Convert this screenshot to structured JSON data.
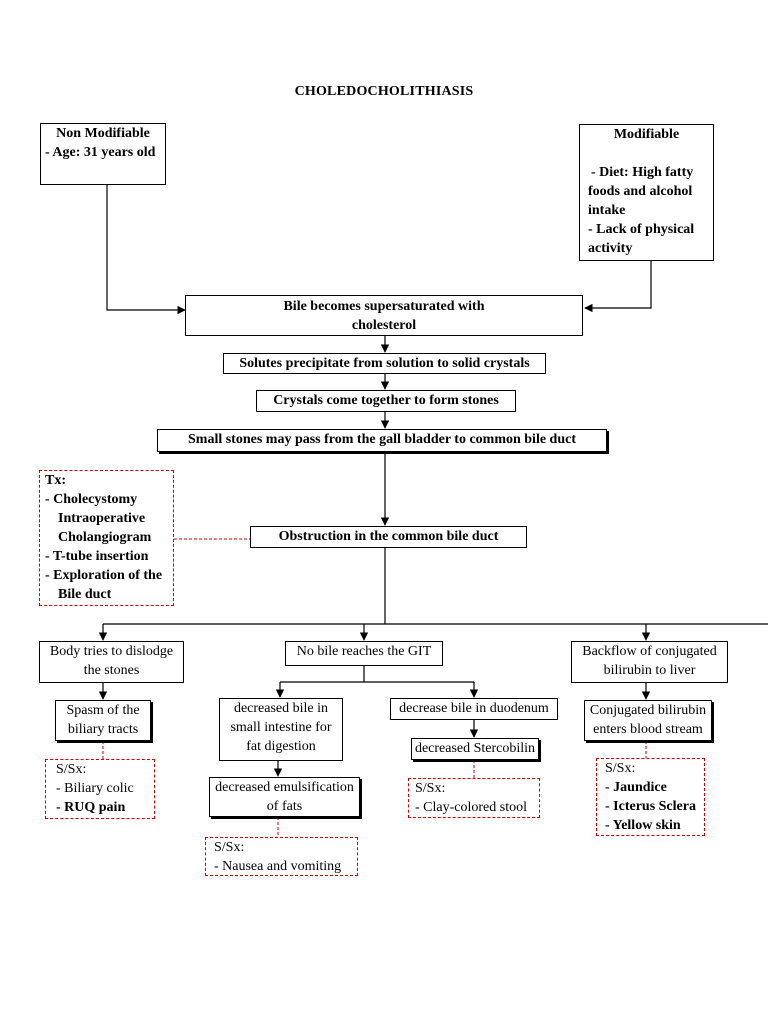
{
  "title": "CHOLEDOCHOLITHIASIS",
  "colors": {
    "line": "#000000",
    "dashed_border": "#d00000"
  },
  "non_modifiable": {
    "heading": "Non Modifiable",
    "items": [
      "- Age: 31 years old"
    ]
  },
  "modifiable": {
    "heading": "Modifiable",
    "items": [
      "- Diet: High fatty",
      "foods and alcohol",
      "intake",
      "- Lack of physical",
      "activity"
    ]
  },
  "chain": {
    "step1": [
      "Bile becomes supersaturated with",
      "cholesterol"
    ],
    "step2": "Solutes precipitate from solution to solid crystals",
    "step3": "Crystals come together to form stones",
    "step4": "Small stones may pass from the gall bladder to common bile duct",
    "step5": "Obstruction in the common bile duct"
  },
  "treatment": {
    "heading": "Tx:",
    "lines": [
      "- Cholecystomy",
      "Intraoperative",
      "Cholangiogram",
      "- T-tube insertion",
      "- Exploration of the",
      "Bile duct"
    ]
  },
  "branch_left": {
    "box": [
      "Body tries to dislodge",
      "the stones"
    ],
    "sub": [
      "Spasm of the",
      "biliary tracts"
    ],
    "ssx": {
      "heading": "S/Sx:",
      "items": [
        "- Biliary colic",
        "- RUQ pain"
      ]
    }
  },
  "branch_middle": {
    "box": "No bile reaches the GIT",
    "sub_left": [
      "decreased bile in",
      "small intestine for",
      "fat digestion"
    ],
    "sub_left_2": [
      "decreased emulsification",
      "of fats"
    ],
    "ssx_left": {
      "heading": "S/Sx:",
      "items": [
        "- Nausea and vomiting"
      ]
    },
    "sub_right": "decrease bile in duodenum",
    "sub_right_2": "decreased Stercobilin",
    "ssx_right": {
      "heading": "S/Sx:",
      "items": [
        "- Clay-colored stool"
      ]
    }
  },
  "branch_right": {
    "box": [
      "Backflow of conjugated",
      "bilirubin to liver"
    ],
    "sub": [
      "Conjugated bilirubin",
      "enters blood stream"
    ],
    "ssx": {
      "heading": "S/Sx:",
      "items": [
        "- Jaundice",
        "- Icterus Sclera",
        "- Yellow skin"
      ]
    }
  }
}
